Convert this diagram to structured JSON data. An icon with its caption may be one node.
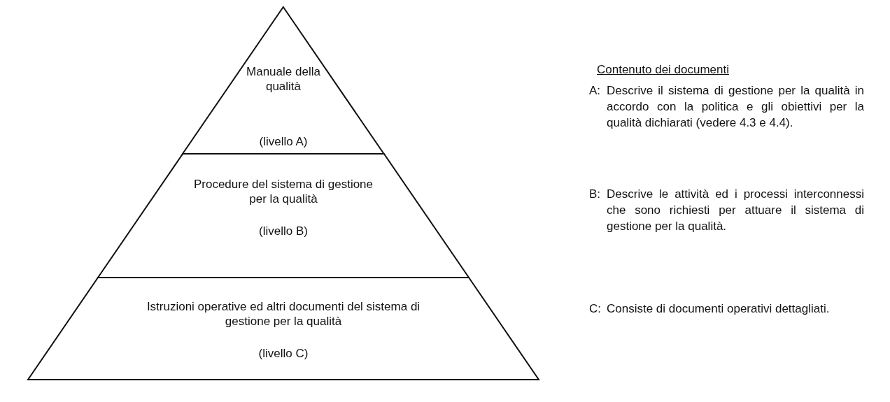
{
  "diagram": {
    "nodes": [
      {
        "text": [
          "Manuale della qualità",
          "(livello A)"
        ]
      },
      {
        "text": [
          "Procedure del sistema di gestione per la qualità",
          "(livello B)"
        ]
      },
      {
        "text": [
          "Istruzioni operative ed altri documenti del sistema di gestione per la qualità",
          "(livello C)"
        ]
      }
    ],
    "labels": [
      "Contenuto dei documenti",
      "A:",
      "Descrive il sistema di gestione per la qualità in accordo con la politica e gli obiettivi per la qualità dichiarati (vedere 4.3 e 4.4).",
      "B:",
      "Descrive le attività ed i processi interconnessi che sono richiesti per attuare il sistema di gestione per la qualità.",
      "C:",
      "Consiste di documenti operativi dettagliati."
    ]
  }
}
